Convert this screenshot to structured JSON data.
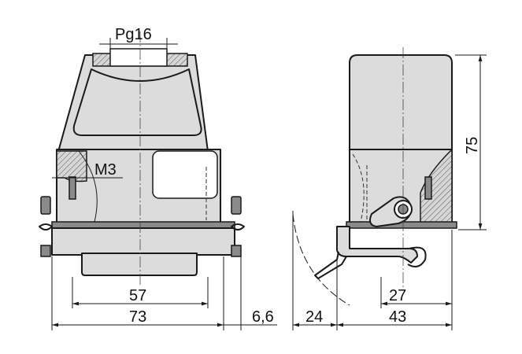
{
  "dimensions": {
    "pg16": "Pg16",
    "m3": "M3",
    "d57": "57",
    "d73": "73",
    "d66": "6,6",
    "d24": "24",
    "d27": "27",
    "d43": "43",
    "d75": "75"
  },
  "colors": {
    "body": "#dcdcdc",
    "line": "#1a1a1a",
    "hatch": "#555555",
    "dark_part": "#8a8a8a"
  }
}
